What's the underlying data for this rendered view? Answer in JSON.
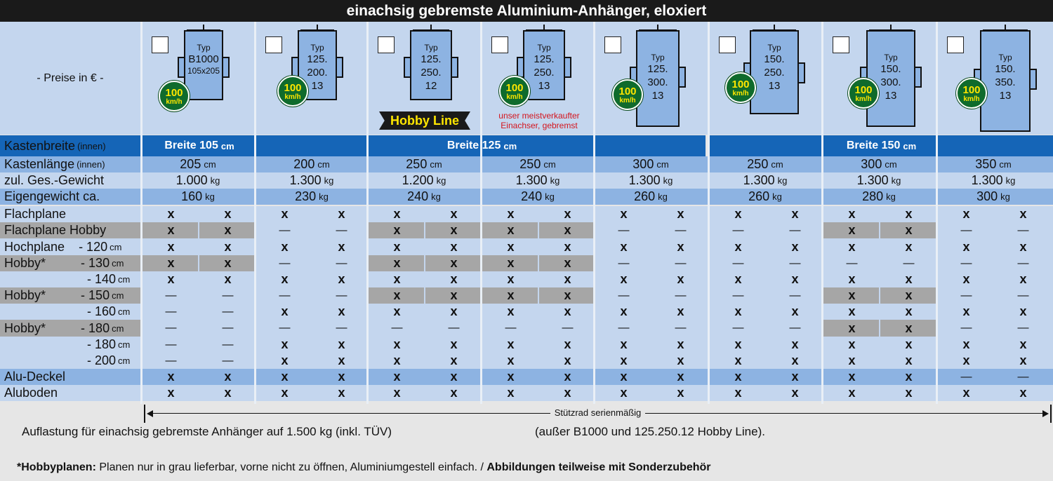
{
  "title": "einachsig gebremste Aluminium-Anhänger, eloxiert",
  "preise": "- Preise in € -",
  "speed_badge": {
    "value": "100",
    "unit": "km/h"
  },
  "hobby_line": "Hobby Line",
  "bestseller_note_1": "unser meistverkaufter",
  "bestseller_note_2": "Einachser, gebremst",
  "models": [
    {
      "typ": "Typ",
      "l1": "B1000",
      "l2": "105x205",
      "l3": ""
    },
    {
      "typ": "Typ",
      "l1": "125.",
      "l2": "200.",
      "l3": "13"
    },
    {
      "typ": "Typ",
      "l1": "125.",
      "l2": "250.",
      "l3": "12"
    },
    {
      "typ": "Typ",
      "l1": "125.",
      "l2": "250.",
      "l3": "13"
    },
    {
      "typ": "Typ",
      "l1": "125.",
      "l2": "300.",
      "l3": "13"
    },
    {
      "typ": "Typ",
      "l1": "150.",
      "l2": "250.",
      "l3": "13"
    },
    {
      "typ": "Typ",
      "l1": "150.",
      "l2": "300.",
      "l3": "13"
    },
    {
      "typ": "Typ",
      "l1": "150.",
      "l2": "350.",
      "l3": "13"
    }
  ],
  "kastenbreite": {
    "label": "Kastenbreite",
    "sub": "(innen)",
    "bands": [
      {
        "label": "Breite 105",
        "unit": "cm"
      },
      {
        "label": "Breite 125",
        "unit": "cm"
      },
      {
        "label": "Breite 150",
        "unit": "cm"
      }
    ]
  },
  "specs": [
    {
      "label": "Kastenlänge",
      "sub": "(innen)",
      "unit": "cm",
      "values": [
        "205",
        "200",
        "250",
        "250",
        "300",
        "250",
        "300",
        "350"
      ]
    },
    {
      "label": "zul. Ges.-Gewicht",
      "sub": "",
      "unit": "kg",
      "values": [
        "1.000",
        "1.300",
        "1.200",
        "1.300",
        "1.300",
        "1.300",
        "1.300",
        "1.300"
      ]
    },
    {
      "label": "Eigengewicht ca.",
      "sub": "",
      "unit": "kg",
      "values": [
        "160",
        "230",
        "240",
        "240",
        "260",
        "260",
        "280",
        "300"
      ]
    }
  ],
  "features": [
    {
      "label": "Flachplane",
      "sub": "",
      "grey": false,
      "marks": [
        "x",
        "x",
        "x",
        "x",
        "x",
        "x",
        "x",
        "x",
        "x",
        "x",
        "x",
        "x",
        "x",
        "x",
        "x",
        "x"
      ]
    },
    {
      "label": "Flachplane Hobby",
      "sub": "",
      "grey": true,
      "marks": [
        "x",
        "x",
        "—",
        "—",
        "x",
        "x",
        "x",
        "x",
        "—",
        "—",
        "—",
        "—",
        "x",
        "x",
        "—",
        "—"
      ]
    },
    {
      "label": "Hochplane    - 120",
      "sub": "cm",
      "grey": false,
      "marks": [
        "x",
        "x",
        "x",
        "x",
        "x",
        "x",
        "x",
        "x",
        "x",
        "x",
        "x",
        "x",
        "x",
        "x",
        "x",
        "x"
      ]
    },
    {
      "label": "Hobby*          - 130",
      "sub": "cm",
      "grey": true,
      "marks": [
        "x",
        "x",
        "—",
        "—",
        "x",
        "x",
        "x",
        "x",
        "—",
        "—",
        "—",
        "—",
        "—",
        "—",
        "—",
        "—"
      ]
    },
    {
      "label": "- 140",
      "sub": "cm",
      "grey": false,
      "marks": [
        "x",
        "x",
        "x",
        "x",
        "x",
        "x",
        "x",
        "x",
        "x",
        "x",
        "x",
        "x",
        "x",
        "x",
        "x",
        "x"
      ]
    },
    {
      "label": "Hobby*          - 150",
      "sub": "cm",
      "grey": true,
      "marks": [
        "—",
        "—",
        "—",
        "—",
        "x",
        "x",
        "x",
        "x",
        "—",
        "—",
        "—",
        "—",
        "x",
        "x",
        "—",
        "—"
      ]
    },
    {
      "label": "- 160",
      "sub": "cm",
      "grey": false,
      "marks": [
        "—",
        "—",
        "x",
        "x",
        "x",
        "x",
        "x",
        "x",
        "x",
        "x",
        "x",
        "x",
        "x",
        "x",
        "x",
        "x"
      ]
    },
    {
      "label": "Hobby*          - 180",
      "sub": "cm",
      "grey": true,
      "marks": [
        "—",
        "—",
        "—",
        "—",
        "—",
        "—",
        "—",
        "—",
        "—",
        "—",
        "—",
        "—",
        "x",
        "x",
        "—",
        "—"
      ]
    },
    {
      "label": "- 180",
      "sub": "cm",
      "grey": false,
      "marks": [
        "—",
        "—",
        "x",
        "x",
        "x",
        "x",
        "x",
        "x",
        "x",
        "x",
        "x",
        "x",
        "x",
        "x",
        "x",
        "x"
      ]
    },
    {
      "label": "- 200",
      "sub": "cm",
      "grey": false,
      "marks": [
        "—",
        "—",
        "x",
        "x",
        "x",
        "x",
        "x",
        "x",
        "x",
        "x",
        "x",
        "x",
        "x",
        "x",
        "x",
        "x"
      ]
    },
    {
      "label": "Alu-Deckel",
      "sub": "",
      "grey": false,
      "marks": [
        "x",
        "x",
        "x",
        "x",
        "x",
        "x",
        "x",
        "x",
        "x",
        "x",
        "x",
        "x",
        "x",
        "x",
        "—",
        "—"
      ]
    },
    {
      "label": "Aluboden",
      "sub": "",
      "grey": false,
      "marks": [
        "x",
        "x",
        "x",
        "x",
        "x",
        "x",
        "x",
        "x",
        "x",
        "x",
        "x",
        "x",
        "x",
        "x",
        "x",
        "x"
      ]
    }
  ],
  "stuetzrad": "Stützrad serienmäßig",
  "footer_1": "Auflastung für einachsig gebremste Anhänger auf 1.500 kg (inkl. TÜV)",
  "footer_2": "(außer B1000 und 125.250.12 Hobby Line).",
  "footer_3_bold": "*Hobbyplanen:",
  "footer_3_text": " Planen nur in grau lieferbar, vorne nicht zu öffnen, Aluminiumgestell einfach. / ",
  "footer_3_bold_2": "Abbildungen teilweise mit Sonderzubehör",
  "colors": {
    "blue_band": "#1565b7",
    "row_light": "#c4d6ee",
    "row_mid": "#8db3e2",
    "grey_hobby": "#a6a6a6",
    "badge_green": "#0f6b2c"
  }
}
